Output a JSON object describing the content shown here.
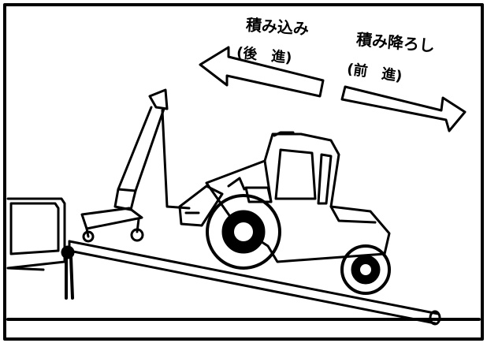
{
  "labels": {
    "load": {
      "main": "積み込み",
      "sub": "(後　進)"
    },
    "unload": {
      "main": "積み降ろし",
      "sub": "(前　進)"
    }
  },
  "colors": {
    "ink": "#000000",
    "paper": "#ffffff"
  }
}
